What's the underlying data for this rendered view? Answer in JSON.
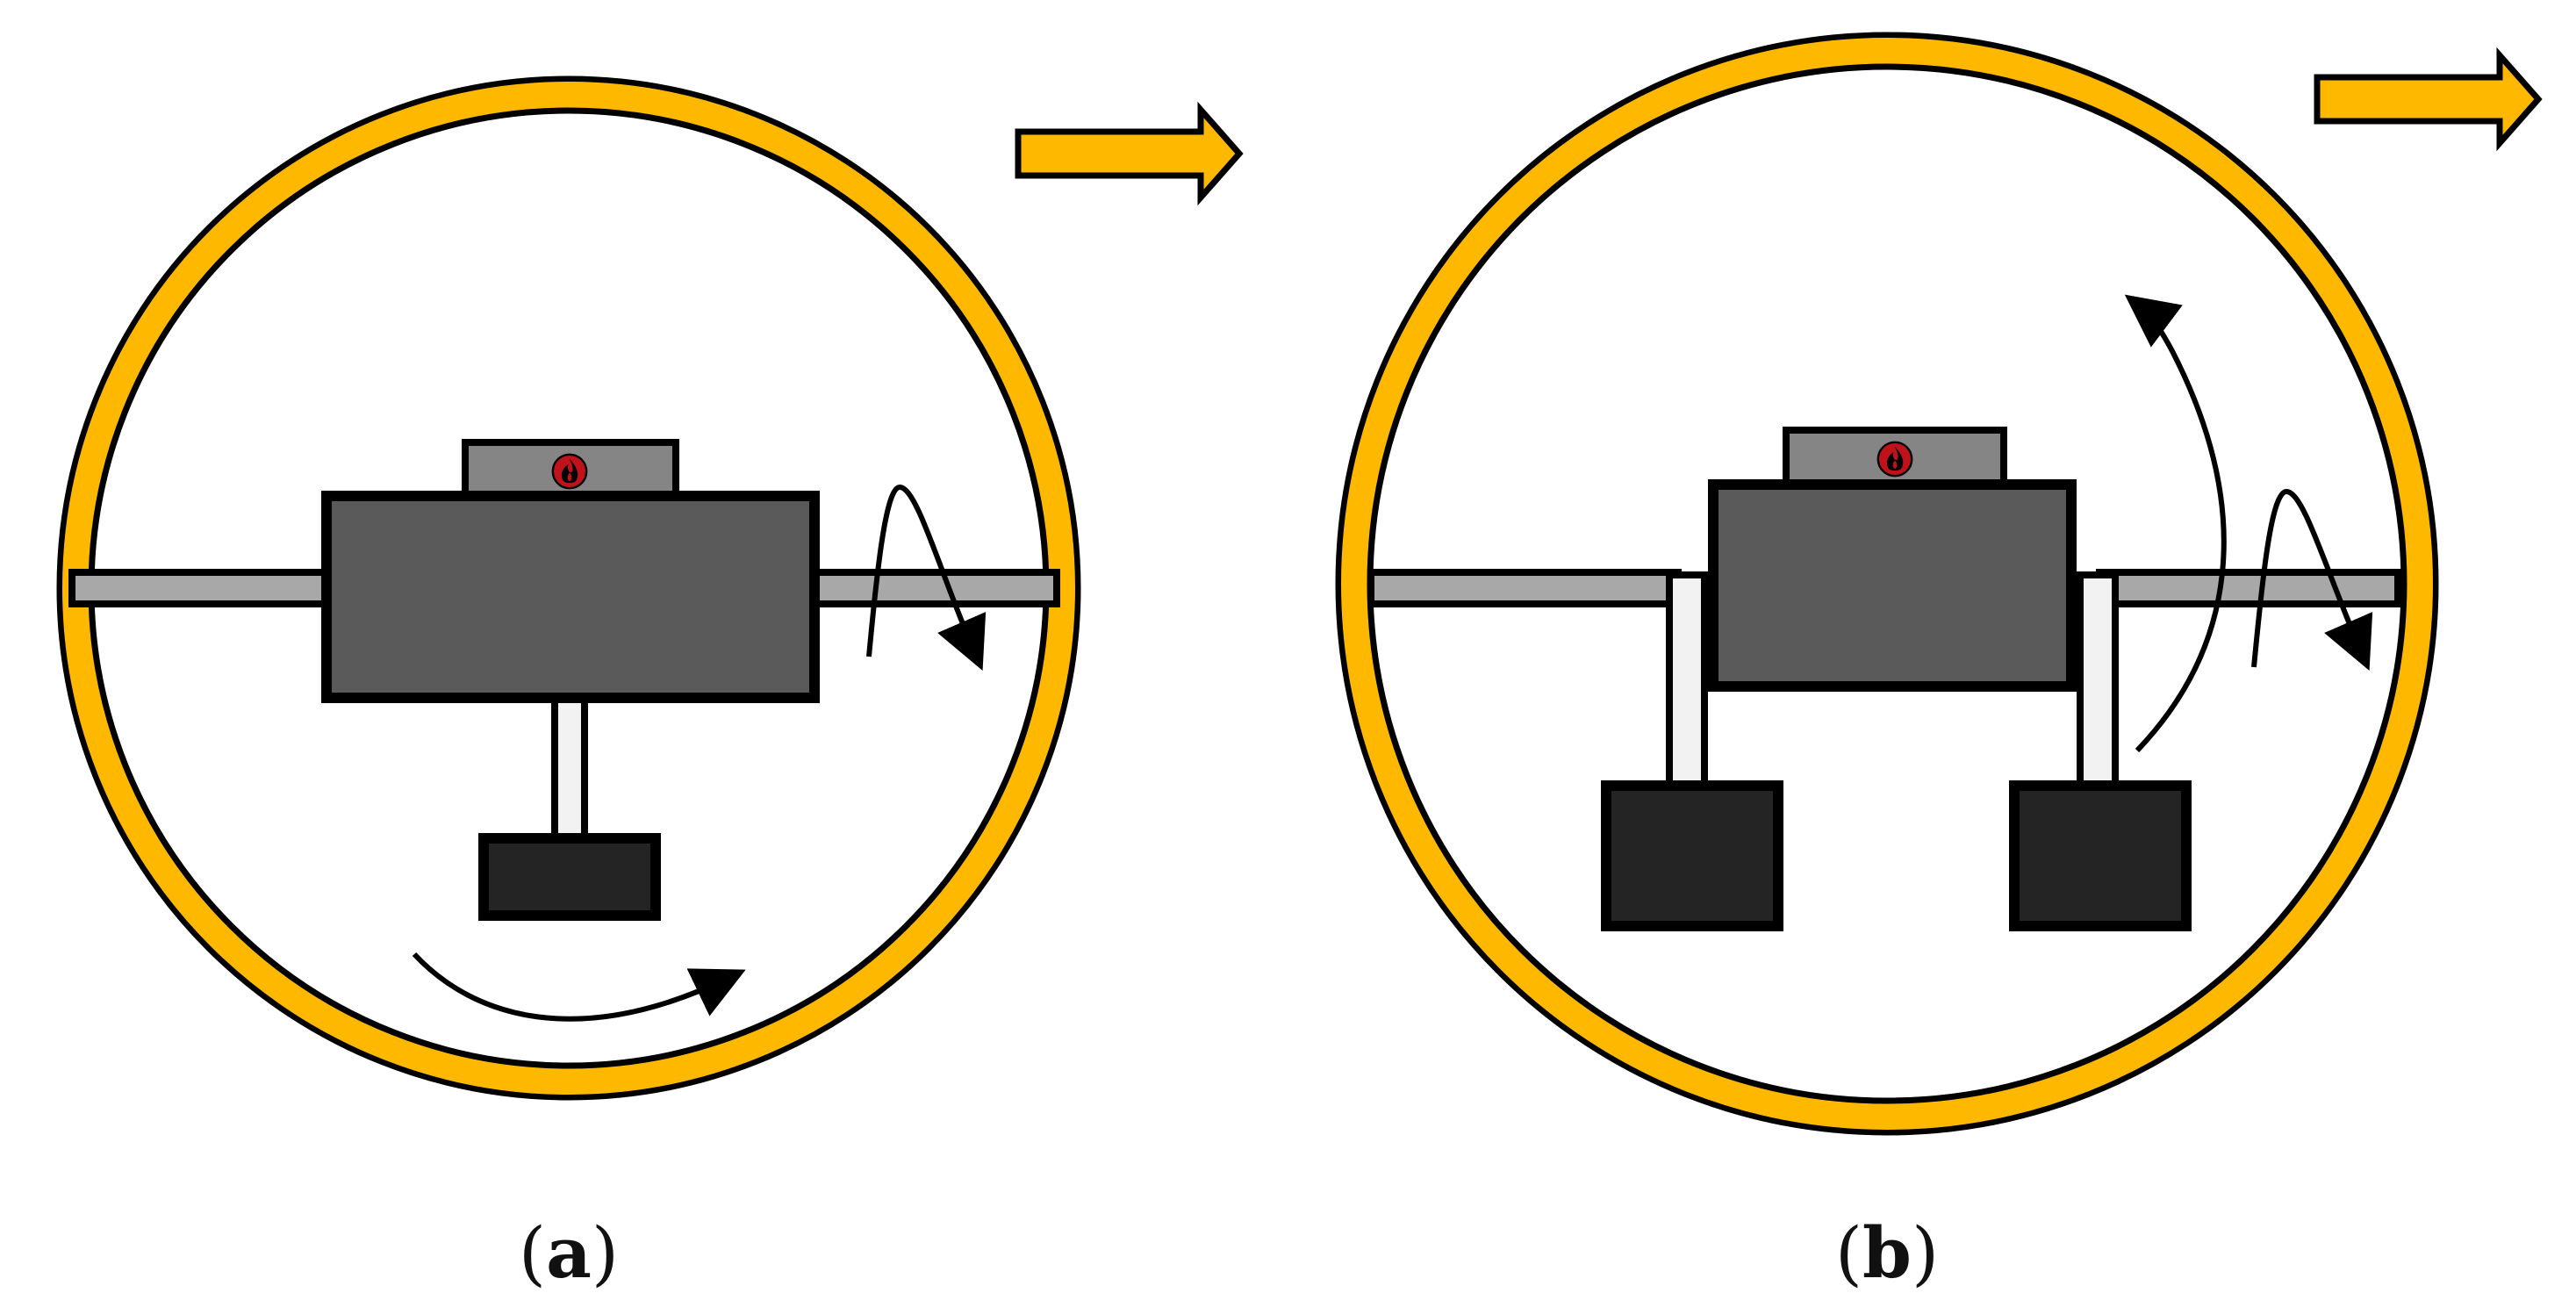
{
  "panels": [
    {
      "id": "a",
      "paren_open": "(",
      "letter": "a",
      "paren_close": ")"
    },
    {
      "id": "b",
      "paren_open": "(",
      "letter": "b",
      "paren_close": ")"
    }
  ],
  "colors": {
    "ring": "#FFB800",
    "outline": "#000000",
    "body": "#5A5A5A",
    "top_plate": "#858585",
    "axle": "#A8A8A8",
    "weight": "#242424",
    "support": "#F2F2F2",
    "sensor": "#C0121A",
    "background": "#FFFFFF"
  },
  "icons": {
    "motion": "arrow-right-icon",
    "sensor": "flame-sensor-icon",
    "rotation": "curved-arrow-icon"
  }
}
